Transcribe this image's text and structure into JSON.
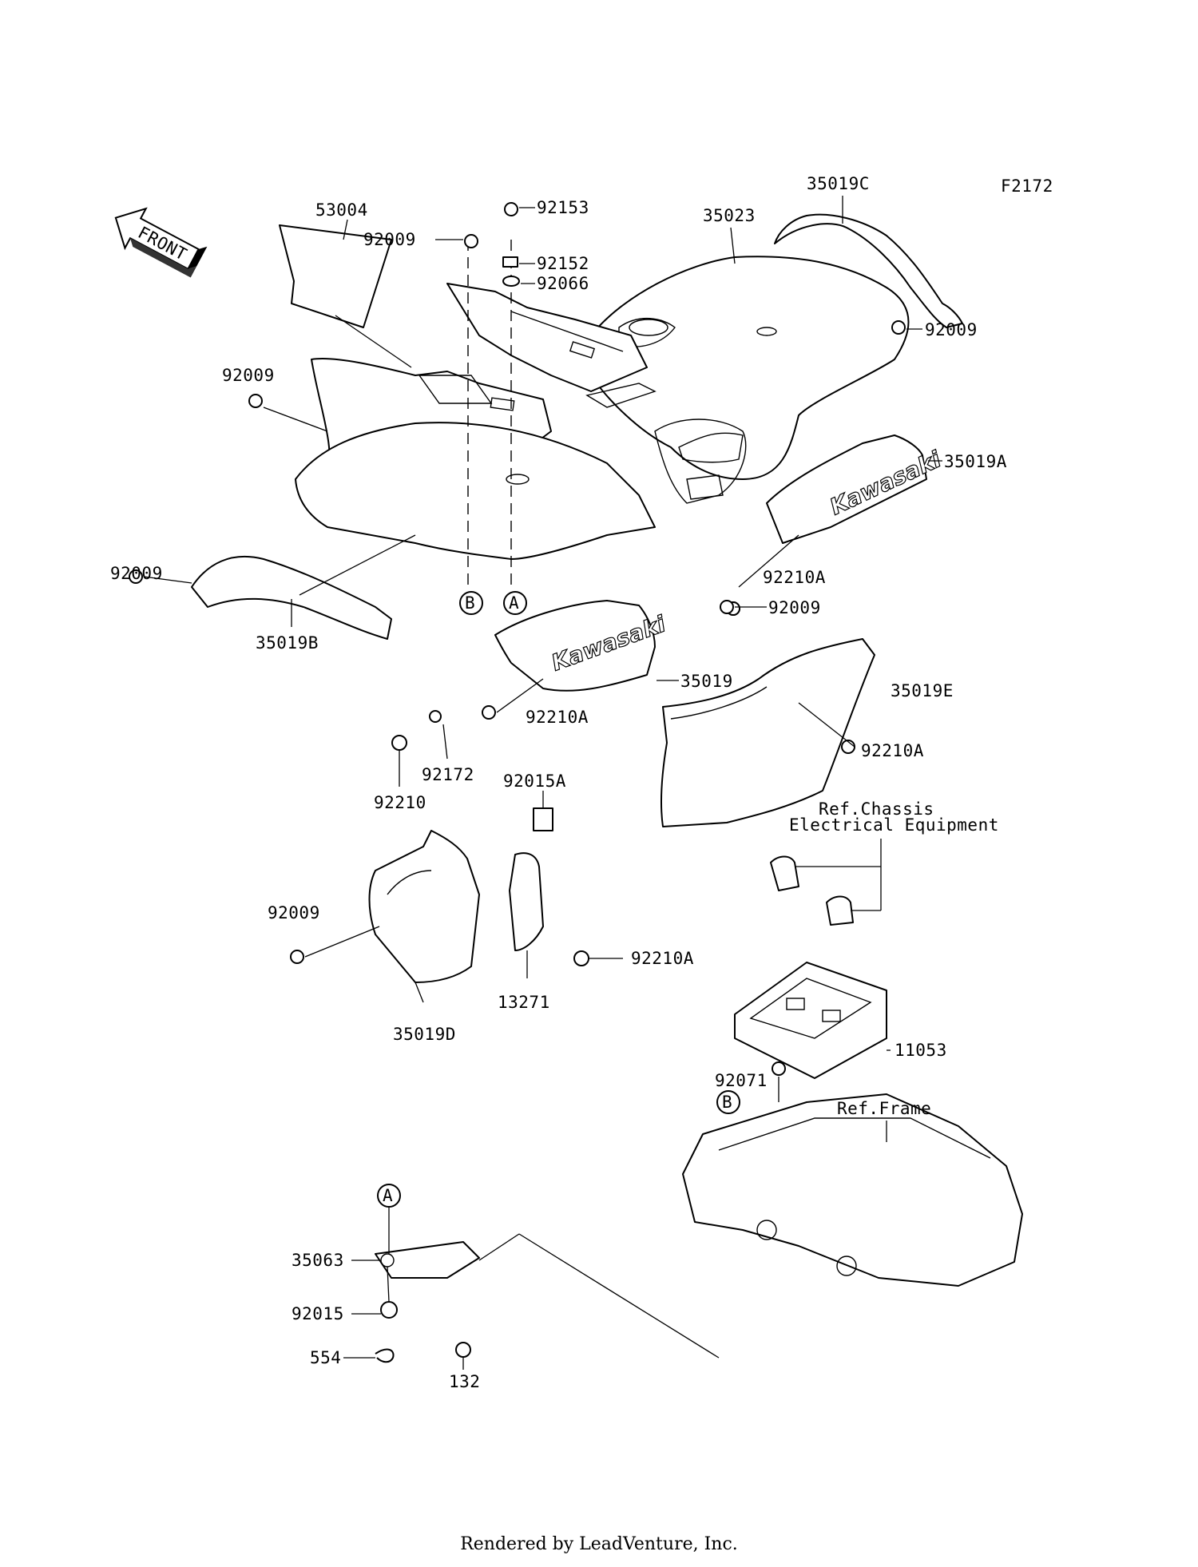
{
  "figure_code": "F2172",
  "front_label": "FRONT",
  "footer": "Rendered by LeadVenture, Inc.",
  "decal_text": "Kawasaki",
  "callouts": {
    "A": "A",
    "B": "B"
  },
  "references": {
    "chassis_line1": "Ref.Chassis",
    "chassis_line2": "Electrical Equipment",
    "frame": "Ref.Frame"
  },
  "parts": [
    {
      "id": "p53004",
      "number": "53004"
    },
    {
      "id": "p92009_a",
      "number": "92009"
    },
    {
      "id": "p92153",
      "number": "92153"
    },
    {
      "id": "p92152",
      "number": "92152"
    },
    {
      "id": "p92066",
      "number": "92066"
    },
    {
      "id": "p35023",
      "number": "35023"
    },
    {
      "id": "p35019C",
      "number": "35019C"
    },
    {
      "id": "p92009_b",
      "number": "92009"
    },
    {
      "id": "p92009_c",
      "number": "92009"
    },
    {
      "id": "p35019A",
      "number": "35019A"
    },
    {
      "id": "p92210A_a",
      "number": "92210A"
    },
    {
      "id": "p92009_d",
      "number": "92009"
    },
    {
      "id": "p92009_e",
      "number": "92009"
    },
    {
      "id": "p35019B",
      "number": "35019B"
    },
    {
      "id": "p35019",
      "number": "35019"
    },
    {
      "id": "p92210A_b",
      "number": "92210A"
    },
    {
      "id": "p35019E",
      "number": "35019E"
    },
    {
      "id": "p92210A_c",
      "number": "92210A"
    },
    {
      "id": "p92172",
      "number": "92172"
    },
    {
      "id": "p92210",
      "number": "92210"
    },
    {
      "id": "p92015A",
      "number": "92015A"
    },
    {
      "id": "p92009_f",
      "number": "92009"
    },
    {
      "id": "p92210A_d",
      "number": "92210A"
    },
    {
      "id": "p13271",
      "number": "13271"
    },
    {
      "id": "p35019D",
      "number": "35019D"
    },
    {
      "id": "p11053",
      "number": "11053"
    },
    {
      "id": "p92071",
      "number": "92071"
    },
    {
      "id": "p35063",
      "number": "35063"
    },
    {
      "id": "p92015",
      "number": "92015"
    },
    {
      "id": "p554",
      "number": "554"
    },
    {
      "id": "p132",
      "number": "132"
    }
  ]
}
